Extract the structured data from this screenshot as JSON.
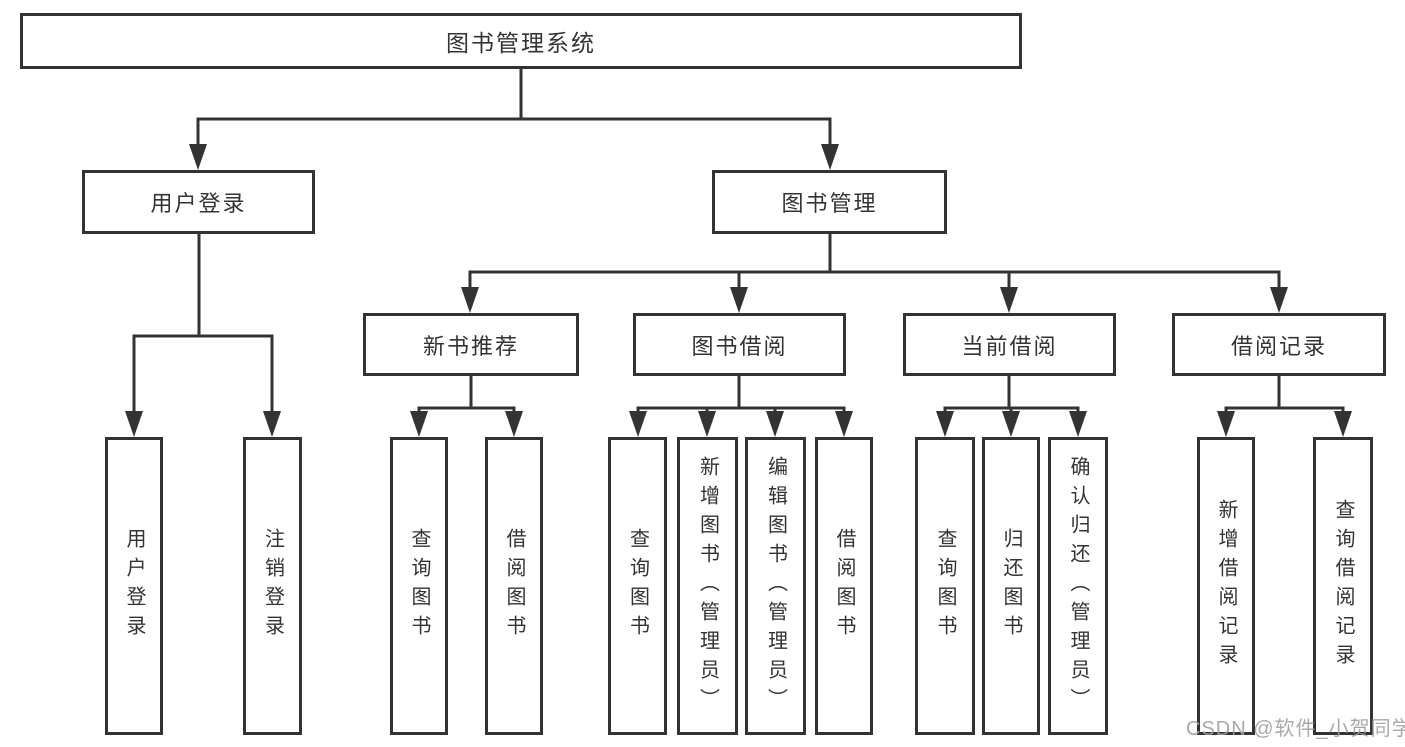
{
  "tree": {
    "label": "图书管理系统",
    "children": [
      {
        "label": "用户登录",
        "children": [
          {
            "label": "用户登录"
          },
          {
            "label": "注销登录"
          }
        ]
      },
      {
        "label": "图书管理",
        "children": [
          {
            "label": "新书推荐",
            "children": [
              {
                "label": "查询图书"
              },
              {
                "label": "借阅图书"
              }
            ]
          },
          {
            "label": "图书借阅",
            "children": [
              {
                "label": "查询图书"
              },
              {
                "label": "新增图书（管理员）"
              },
              {
                "label": "编辑图书（管理员）"
              },
              {
                "label": "借阅图书"
              }
            ]
          },
          {
            "label": "当前借阅",
            "children": [
              {
                "label": "查询图书"
              },
              {
                "label": "归还图书"
              },
              {
                "label": "确认归还（管理员）"
              }
            ]
          },
          {
            "label": "借阅记录",
            "children": [
              {
                "label": "新增借阅记录"
              },
              {
                "label": "查询借阅记录"
              }
            ]
          }
        ]
      }
    ]
  },
  "watermark": {
    "text": "CSDN @软件_小贺同学"
  },
  "colors": {
    "line": "#333333",
    "box_background": "#ffffff",
    "text": "#333333",
    "watermark": "#a0a0a0"
  }
}
